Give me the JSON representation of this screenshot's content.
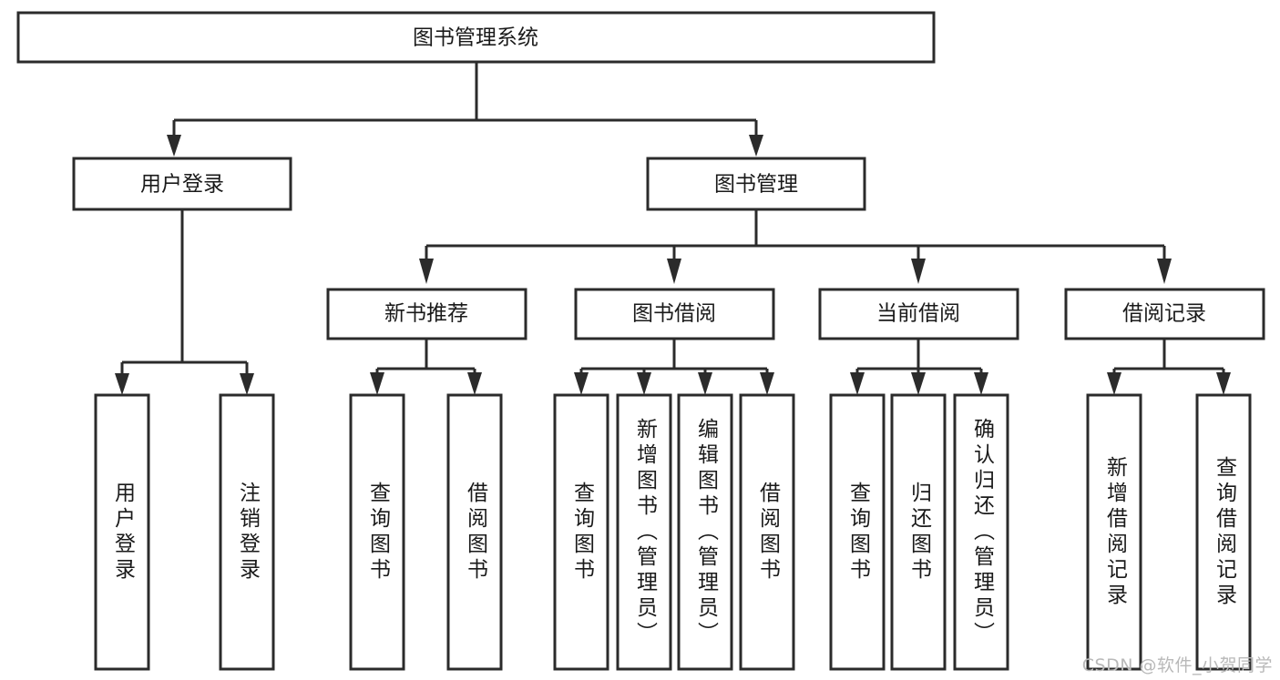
{
  "diagram": {
    "type": "tree",
    "title": "图书管理系统",
    "watermark": "CSDN @软件_小贺同学",
    "colors": {
      "box_stroke": "#2b2b2b",
      "box_fill": "#ffffff",
      "text": "#1a1a1a",
      "background": "#ffffff",
      "watermark": "#b9b9b9"
    },
    "root": {
      "label": "图书管理系统"
    },
    "level2": [
      {
        "label": "用户登录"
      },
      {
        "label": "图书管理"
      }
    ],
    "level3": [
      {
        "label": "新书推荐"
      },
      {
        "label": "图书借阅"
      },
      {
        "label": "当前借阅"
      },
      {
        "label": "借阅记录"
      }
    ],
    "leaves": {
      "user_login": [
        {
          "label": "用户登录"
        },
        {
          "label": "注销登录"
        }
      ],
      "new_book": [
        {
          "label": "查询图书"
        },
        {
          "label": "借阅图书"
        }
      ],
      "book_borrow": [
        {
          "label": "查询图书"
        },
        {
          "label": "新增图书（管理员）"
        },
        {
          "label": "编辑图书（管理员）"
        },
        {
          "label": "借阅图书"
        }
      ],
      "current_borrow": [
        {
          "label": "查询图书"
        },
        {
          "label": "归还图书"
        },
        {
          "label": "确认归还（管理员）"
        }
      ],
      "borrow_record": [
        {
          "label": "新增借阅记录"
        },
        {
          "label": "查询借阅记录"
        }
      ]
    }
  }
}
